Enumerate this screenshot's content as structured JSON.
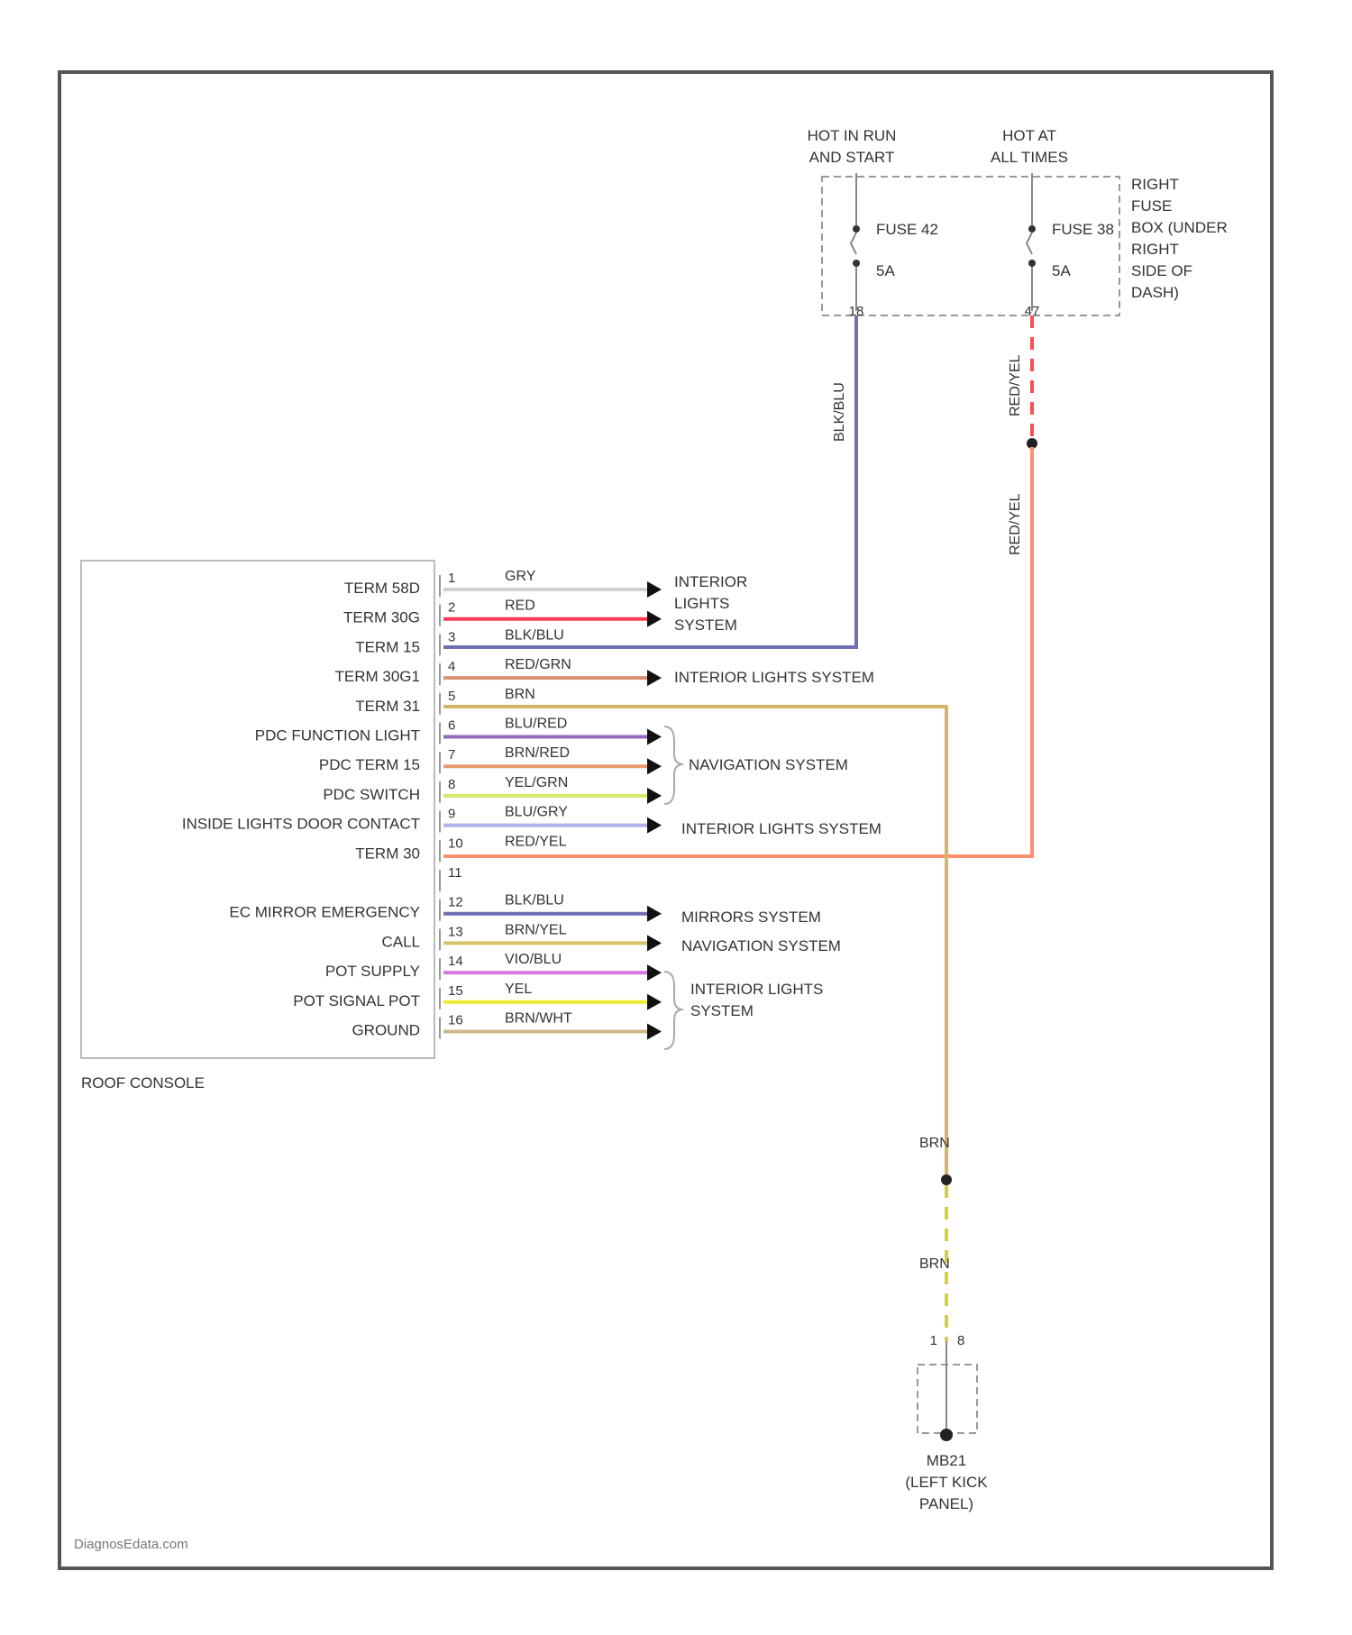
{
  "header": {
    "hot_run_line1": "HOT IN RUN",
    "hot_run_line2": "AND START",
    "hot_all_line1": "HOT AT",
    "hot_all_line2": "ALL TIMES"
  },
  "fuse_box": {
    "fuse_a_name": "FUSE 42",
    "fuse_a_rating": "5A",
    "fuse_b_name": "FUSE 38",
    "fuse_b_rating": "5A",
    "pin_a": "18",
    "pin_b": "47",
    "desc": [
      "RIGHT",
      "FUSE",
      "BOX (UNDER",
      "RIGHT",
      "SIDE OF",
      "DASH)"
    ]
  },
  "vertical_wires": {
    "blk_blu": "BLK/BLU",
    "red_yel_upper": "RED/YEL",
    "red_yel_lower": "RED/YEL",
    "brn_upper": "BRN",
    "brn_lower": "BRN"
  },
  "component": {
    "name": "ROOF CONSOLE",
    "pins": [
      {
        "num": "1",
        "term": "TERM 58D",
        "wire": "GRY",
        "color": "#cfcfcf"
      },
      {
        "num": "2",
        "term": "TERM 30G",
        "wire": "RED",
        "color": "#ff3b55"
      },
      {
        "num": "3",
        "term": "TERM 15",
        "wire": "BLK/BLU",
        "color": "#6e6fb4"
      },
      {
        "num": "4",
        "term": "TERM 30G1",
        "wire": "RED/GRN",
        "color": "#d89070"
      },
      {
        "num": "5",
        "term": "TERM 31",
        "wire": "BRN",
        "color": "#d4b56c"
      },
      {
        "num": "6",
        "term": "PDC FUNCTION LIGHT",
        "wire": "BLU/RED",
        "color": "#8f6abf"
      },
      {
        "num": "7",
        "term": "PDC TERM 15",
        "wire": "BRN/RED",
        "color": "#e79a6e"
      },
      {
        "num": "8",
        "term": "PDC SWITCH",
        "wire": "YEL/GRN",
        "color": "#d3e86a"
      },
      {
        "num": "9",
        "term": "INSIDE LIGHTS DOOR CONTACT",
        "wire": "BLU/GRY",
        "color": "#aeb2e8"
      },
      {
        "num": "10",
        "term": "TERM 30",
        "wire": "RED/YEL",
        "color": "#ff8f6a"
      },
      {
        "num": "11",
        "term": "",
        "wire": "",
        "color": ""
      },
      {
        "num": "12",
        "term": "EC MIRROR EMERGENCY",
        "wire": "BLK/BLU",
        "color": "#6e6fb4"
      },
      {
        "num": "13",
        "term": "CALL",
        "wire": "BRN/YEL",
        "color": "#d7c36e"
      },
      {
        "num": "14",
        "term": "POT SUPPLY",
        "wire": "VIO/BLU",
        "color": "#d27ae0"
      },
      {
        "num": "15",
        "term": "POT SIGNAL POT",
        "wire": "YEL",
        "color": "#eded30"
      },
      {
        "num": "16",
        "term": "GROUND",
        "wire": "BRN/WHT",
        "color": "#cdb98a"
      }
    ]
  },
  "destinations": {
    "interior_lights": [
      "INTERIOR",
      "LIGHTS",
      "SYSTEM"
    ],
    "interior_lights_inline": "INTERIOR LIGHTS SYSTEM",
    "navigation": "NAVIGATION SYSTEM",
    "interior_lights_inline2": "INTERIOR LIGHTS SYSTEM",
    "mirrors": "MIRRORS SYSTEM",
    "navigation2": "NAVIGATION SYSTEM",
    "interior_lights_split": [
      "INTERIOR LIGHTS",
      "SYSTEM"
    ]
  },
  "ground": {
    "pin_top": "1",
    "pin_top2": "8",
    "label": [
      "MB21",
      "(LEFT KICK",
      "PANEL)"
    ]
  },
  "footer": {
    "watermark": "DiagnosEdata.com"
  },
  "colors": {
    "frame": "#555555",
    "dashed_box": "#999999",
    "text": "#333333"
  }
}
